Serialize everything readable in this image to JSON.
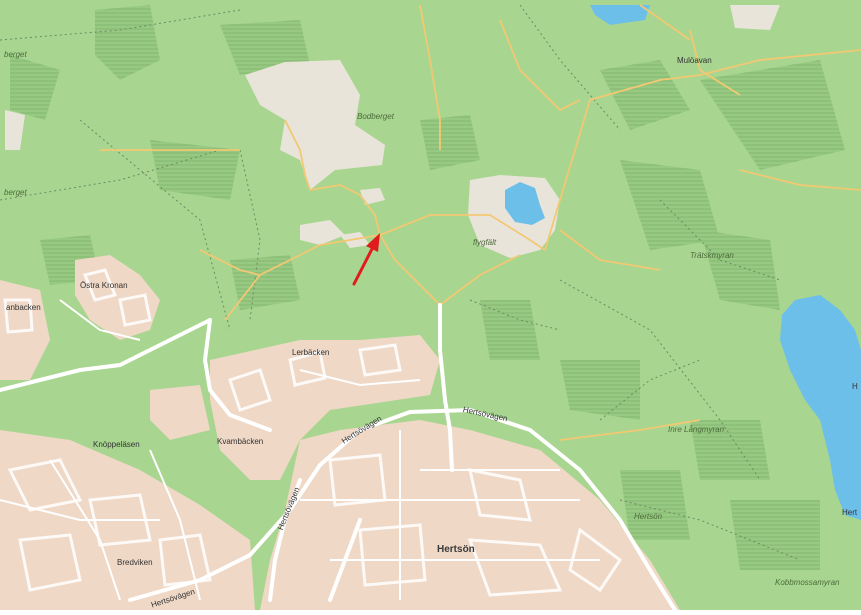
{
  "colors": {
    "forest": "#a8d590",
    "forest_dark": "#8cc47a",
    "open_land": "#e9e4da",
    "residential": "#efd8c6",
    "water": "#6cbfe9",
    "road_major": "#ffffff",
    "road_minor": "#f3c873",
    "trail": "#7a8a6e",
    "arrow": "#e01b1b"
  },
  "labels": {
    "bodberget": "Bodberget",
    "muloavan": "Mulöavan",
    "flygfalt": "flygfält",
    "tratskmyran": "Trätskmyran",
    "ostra_kronan": "Östra Kronan",
    "lerbacken": "Lerbäcken",
    "knoppelasen": "Knöppeläsen",
    "kvambacken": "Kvambäcken",
    "bredviken": "Bredviken",
    "hertson_district": "Hertsön",
    "hertson_ital": "Hertsön",
    "inre_langmyran": "Inre Långmyran",
    "kobbmossamyran": "Kobbmossamyran",
    "hertsovagen_1": "Hertsövägen",
    "hertsovagen_2": "Hertsövägen",
    "hertsovagen_3": "Hertsövägen",
    "hertsovagen_4": "Hertsövägen",
    "anbacken": "anbacken",
    "berget_left": "berget",
    "berget_top": "berget",
    "edge_h1": "H",
    "edge_h2": "Hert"
  }
}
